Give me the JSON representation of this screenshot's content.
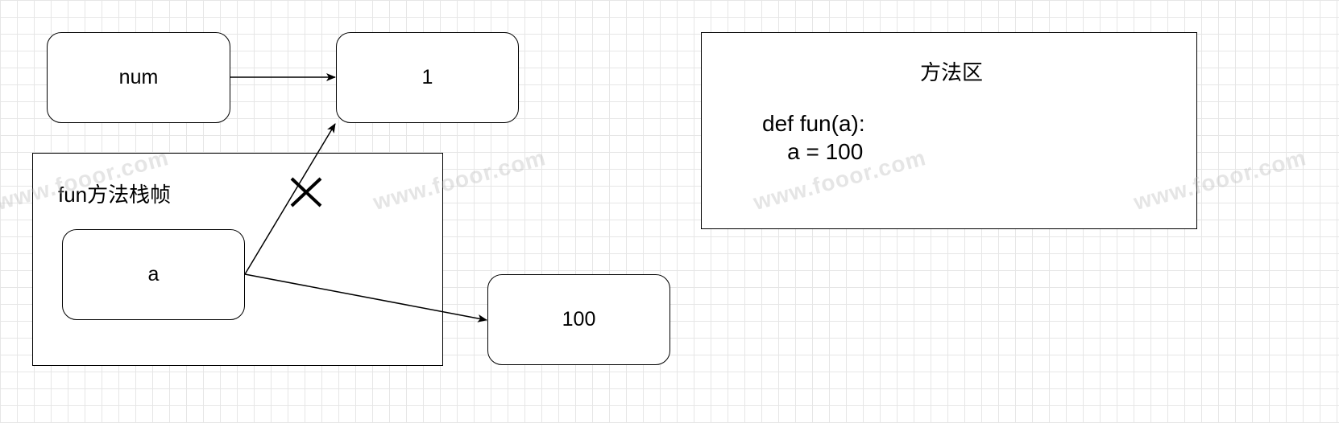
{
  "nodes": {
    "num": "num",
    "one": "1",
    "a": "a",
    "hundred": "100"
  },
  "stack_frame": {
    "title": "fun方法栈帧"
  },
  "method_area": {
    "title": "方法区",
    "code": [
      "def fun(a):",
      "    a = 100"
    ]
  },
  "watermark_text": "www.fooor.com",
  "colors": {
    "stroke": "#000000",
    "grid": "#e6e6e6",
    "background": "#ffffff"
  }
}
